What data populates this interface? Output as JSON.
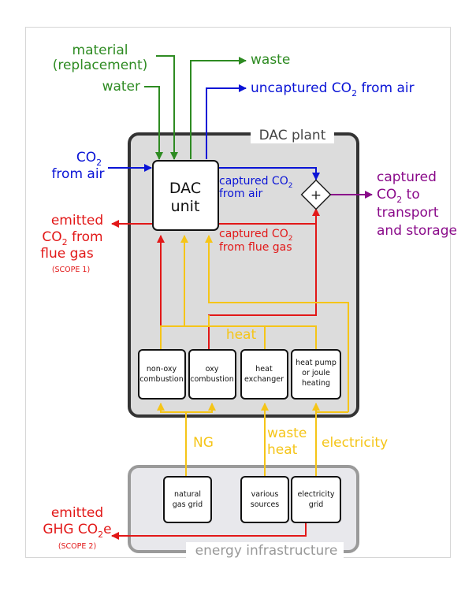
{
  "colors": {
    "green": "#2e8b22",
    "blue": "#0a14d6",
    "red": "#e21818",
    "yellow": "#f5c518",
    "purple": "#8a0a8a",
    "plant_fill": "#dcdcdc",
    "plant_border": "#333333",
    "infra_fill": "#e8e8ec",
    "infra_border": "#9a9a9a"
  },
  "top_inputs": {
    "material_line1": "material",
    "material_line2": "(replacement)",
    "water": "water",
    "waste": "waste",
    "uncaptured": "uncaptured CO",
    "uncaptured_sub": "2",
    "uncaptured_tail": " from air"
  },
  "plant": {
    "title": "DAC plant",
    "dac_unit_line1": "DAC",
    "dac_unit_line2": "unit",
    "co2_air_line1": "CO",
    "co2_air_sub": "2",
    "co2_air_line2": "from air",
    "captured_air_line1": "captured CO",
    "captured_air_sub": "2",
    "captured_air_line2": "from air",
    "captured_flue_line1": "captured CO",
    "captured_flue_sub": "2",
    "captured_flue_line2": "from flue gas",
    "heat": "heat",
    "mixer_symbol": "+",
    "boxes": {
      "nonoxy_line1": "non-oxy",
      "nonoxy_line2": "combustion",
      "oxy_line1": "oxy",
      "oxy_line2": "combustion",
      "hx_line1": "heat",
      "hx_line2": "exchanger",
      "hp_line1": "heat pump",
      "hp_line2": "or joule",
      "hp_line3": "heating"
    }
  },
  "outputs": {
    "emitted_line1": "emitted",
    "emitted_line2a": "CO",
    "emitted_sub": "2",
    "emitted_line2b": " from",
    "emitted_line3": "flue gas",
    "scope1": "(SCOPE 1)",
    "captured_out_line1": "captured",
    "captured_out_line2a": "CO",
    "captured_out_sub": "2",
    "captured_out_line2b": " to",
    "captured_out_line3": "transport",
    "captured_out_line4": "and storage"
  },
  "flows": {
    "ng": "NG",
    "waste_heat_line1": "waste",
    "waste_heat_line2": "heat",
    "electricity": "electricity"
  },
  "infrastructure": {
    "title": "energy infrastructure",
    "ng_grid_line1": "natural",
    "ng_grid_line2": "gas grid",
    "various_line1": "various",
    "various_line2": "sources",
    "elec_line1": "electricity",
    "elec_line2": "grid",
    "emitted_line1": "emitted",
    "emitted_line2a": "GHG CO",
    "emitted_sub": "2",
    "emitted_line2b": "e",
    "scope2": "(SCOPE 2)"
  }
}
